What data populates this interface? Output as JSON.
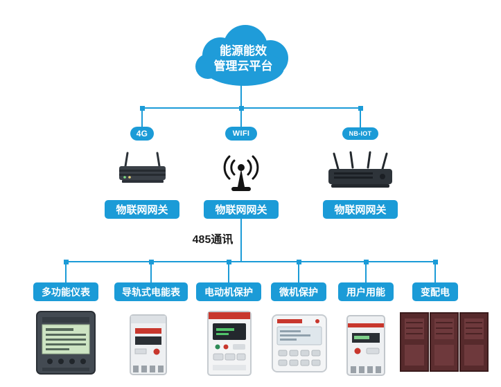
{
  "diagram": {
    "cloud": {
      "line1": "能源能效",
      "line2": "管理云平台"
    },
    "bus_label": "485通讯",
    "gateways": [
      {
        "conn": "4G",
        "label": "物联网网关"
      },
      {
        "conn": "WIFI",
        "label": "物联网网关"
      },
      {
        "conn": "NB-IOT",
        "label": "物联网网关"
      }
    ],
    "terminals": [
      {
        "label": "多功能仪表"
      },
      {
        "label": "导轨式电能表"
      },
      {
        "label": "电动机保护"
      },
      {
        "label": "微机保护"
      },
      {
        "label": "用户用能"
      },
      {
        "label": "变配电"
      }
    ],
    "colors": {
      "primary": "#1b9bd7",
      "bus_text": "#1c1c1c"
    }
  }
}
